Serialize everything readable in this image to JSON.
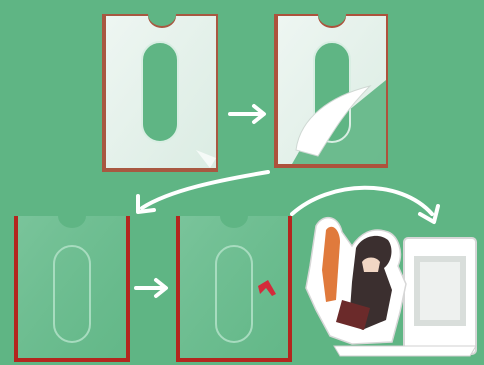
{
  "scene": {
    "description_colors": {
      "background": "#5fb584",
      "film_fill": "#e3efe9",
      "film_edge_red": "#c0392b",
      "arrow": "#ffffff"
    },
    "icons": [
      "curved-arrow-icon",
      "straight-arrow-icon",
      "peel-corner-icon"
    ],
    "panels": [
      {
        "id": "step-1",
        "state": "film-with-protective-layer"
      },
      {
        "id": "step-2",
        "state": "peeling-protective-layer"
      },
      {
        "id": "step-3",
        "state": "film-removed"
      },
      {
        "id": "step-4",
        "state": "film-bent-at-corner"
      },
      {
        "id": "step-5",
        "state": "assembled-acrylic-stand"
      }
    ]
  }
}
